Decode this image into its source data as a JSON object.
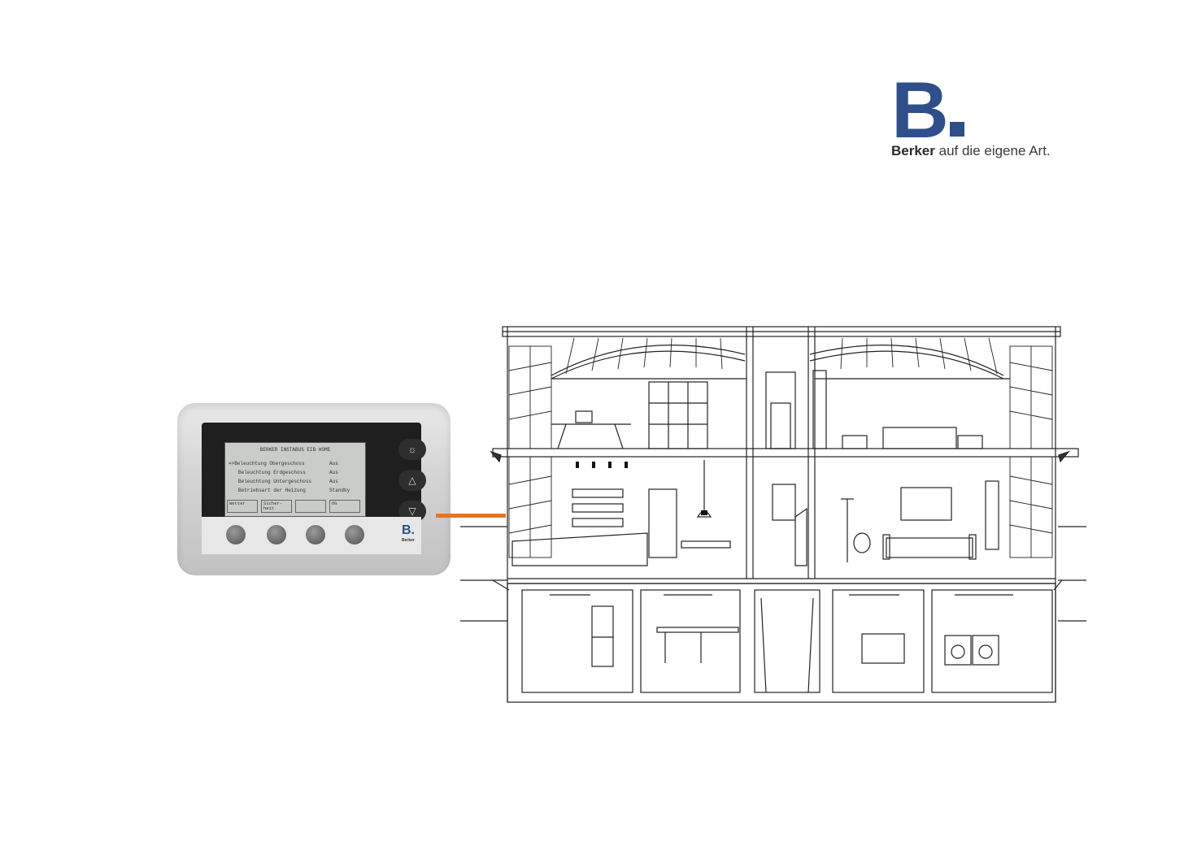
{
  "logo": {
    "mark": "B.",
    "brand": "Berker",
    "tagline": "auf die eigene Art."
  },
  "panel": {
    "screen_title": "BERKER INSTABUS EIB HOME",
    "rows": [
      {
        "label": "=>Beleuchtung Obergeschoss",
        "value": "Aus"
      },
      {
        "label": "Beleuchtung Erdgeschoss",
        "value": "Aus"
      },
      {
        "label": "Beleuchtung Untergeschoss",
        "value": "Aus"
      },
      {
        "label": "Betriebsart der Heizung",
        "value": "Standby"
      }
    ],
    "softkeys": [
      "Wetter",
      "Sicher- heit",
      "",
      "OG"
    ],
    "side_icons": [
      "light-icon",
      "up-arrow-icon",
      "down-arrow-icon"
    ],
    "brand_mark": "B.",
    "brand_name": "Berker"
  },
  "colors": {
    "brand_blue": "#2e4f8a",
    "connector_orange": "#e8731f"
  }
}
